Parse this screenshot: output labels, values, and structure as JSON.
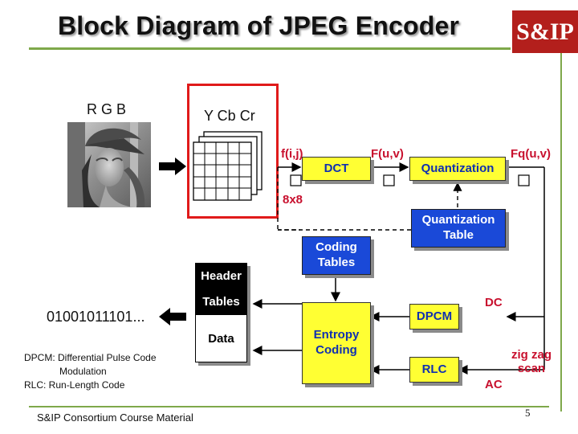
{
  "slide": {
    "title": "Block Diagram of JPEG Encoder",
    "logo_text": "S&IP",
    "footer": "S&IP Consortium Course Material",
    "page_number": "5"
  },
  "labels": {
    "rgb": "R G B",
    "ycbcr": "Y Cb Cr",
    "f_ij": "f(i,j)",
    "f_uv": "F(u,v)",
    "fq_uv": "Fq(u,v)",
    "block_size": "8x8",
    "dc": "DC",
    "ac": "AC",
    "zigzag": "zig zag scan",
    "bitstream": "01001011101..."
  },
  "blocks": {
    "dct": "DCT",
    "quantization": "Quantization",
    "quantization_table": "Quantization Table",
    "coding_tables": "Coding Tables",
    "entropy_coding": "Entropy Coding",
    "dpcm": "DPCM",
    "rlc": "RLC"
  },
  "output_stack": {
    "header": "Header",
    "tables": "Tables",
    "data": "Data"
  },
  "notes": {
    "dpcm_line1": "DPCM: Differential Pulse Code",
    "dpcm_line2": "Modulation",
    "rlc": "RLC: Run-Length Code"
  },
  "colors": {
    "title_rule": "#7ea84a",
    "logo_bg": "#b31f1c",
    "yellow_block": "#ffff33",
    "blue_block": "#1a49d8",
    "label_red": "#c8102e",
    "frame_red": "#e01a1a"
  }
}
